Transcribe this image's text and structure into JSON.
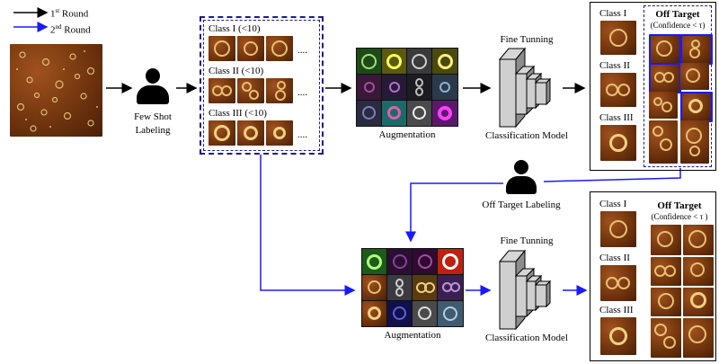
{
  "legend": {
    "round1": {
      "pre": "1",
      "sup": "st",
      "post": " Round",
      "color": "#000000"
    },
    "round2": {
      "pre": "2",
      "sup": "nd",
      "post": " Round",
      "color": "#1a1aff"
    }
  },
  "few_shot": {
    "line1": "Few Shot",
    "line2": "Labeling"
  },
  "class_box": {
    "class1": "Class I (<10)",
    "class2": "Class II (<10)",
    "class3": "Class III (<10)",
    "ellipsis": "...."
  },
  "augmentation_top": "Augmentation",
  "augmentation_bottom": "Augmentation",
  "fine_tuning_top": "Fine Tunning",
  "fine_tuning_bottom": "Fine Tunning",
  "model_top": "Classification Model",
  "model_bottom": "Classification Model",
  "off_target_labeling": "Off Target Labeling",
  "result_top": {
    "class1": "Class I",
    "class2": "Class II",
    "class3": "Class III",
    "off_target": "Off Target",
    "confidence": "(Confidence < τ)"
  },
  "result_bottom": {
    "class1": "Class I",
    "class2": "Class II",
    "class3": "Class III",
    "off_target": "Off Target",
    "confidence": "(Confidence < τ )"
  },
  "colors": {
    "round2_arrow": "#1a1aff",
    "dashed_box": "#1a1a9a",
    "afm_brown": "#7a3a10"
  }
}
